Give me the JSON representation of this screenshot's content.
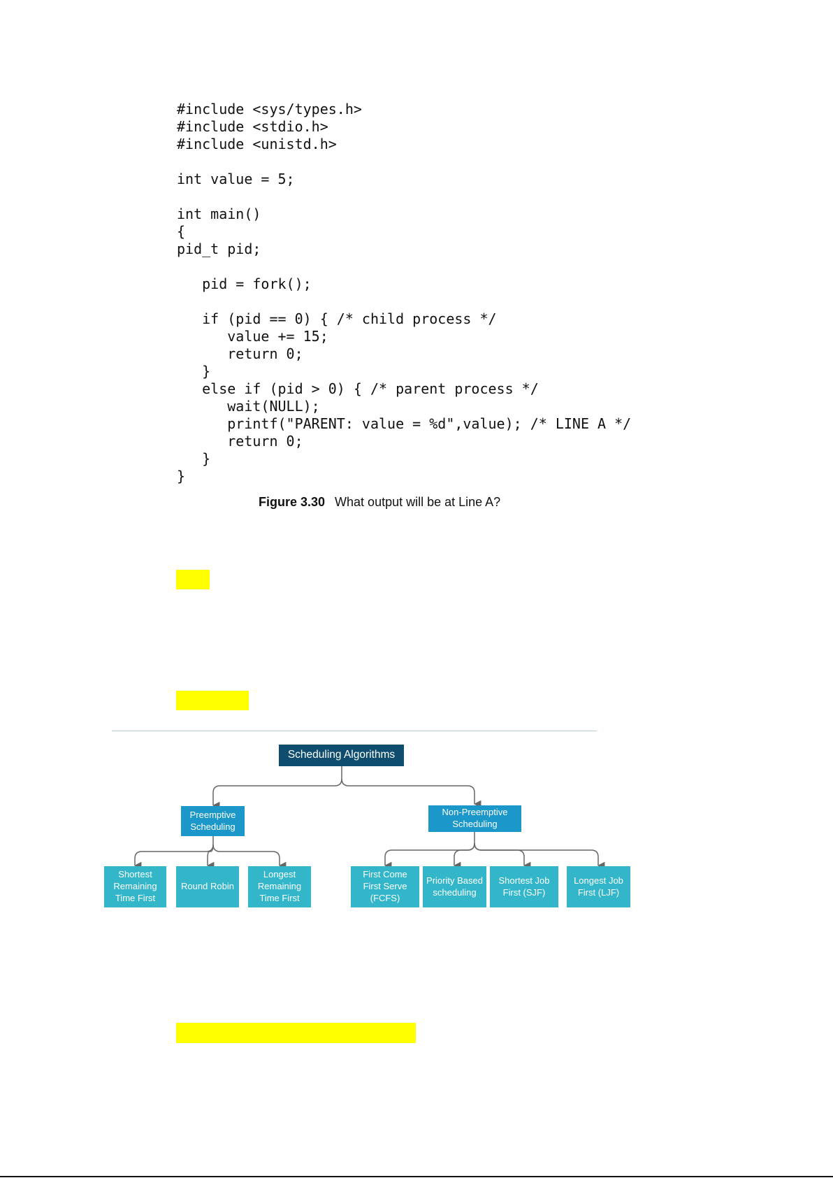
{
  "code": {
    "lines": [
      "#include <sys/types.h>",
      "#include <stdio.h>",
      "#include <unistd.h>",
      "",
      "int value = 5;",
      "",
      "int main()",
      "{",
      "pid_t pid;",
      "",
      "   pid = fork();",
      "",
      "   if (pid == 0) { /* child process */",
      "      value += 15;",
      "      return 0;",
      "   }",
      "   else if (pid > 0) { /* parent process */",
      "      wait(NULL);",
      "      printf(\"PARENT: value = %d\",value); /* LINE A */",
      "      return 0;",
      "   }",
      "}"
    ]
  },
  "caption": {
    "figure": "Figure 3.30",
    "text": "What output will be at Line A?"
  },
  "diagram": {
    "root": "Scheduling Algorithms",
    "preemptive": {
      "label": "Preemptive Scheduling",
      "children": [
        "Shortest Remaining Time First",
        "Round Robin",
        "Longest Remaining Time First"
      ]
    },
    "non_preemptive": {
      "label": "Non-Preemptive Scheduling",
      "children": [
        "First Come First Serve (FCFS)",
        "Priority Based scheduling",
        "Shortest Job First (SJF)",
        "Longest Job First (LJF)"
      ]
    }
  },
  "colors": {
    "highlight": "#ffff00",
    "root_box": "#0e4d6e",
    "mid_box": "#1b97c9",
    "leaf_box": "#33b6c9",
    "connector": "#666666"
  }
}
